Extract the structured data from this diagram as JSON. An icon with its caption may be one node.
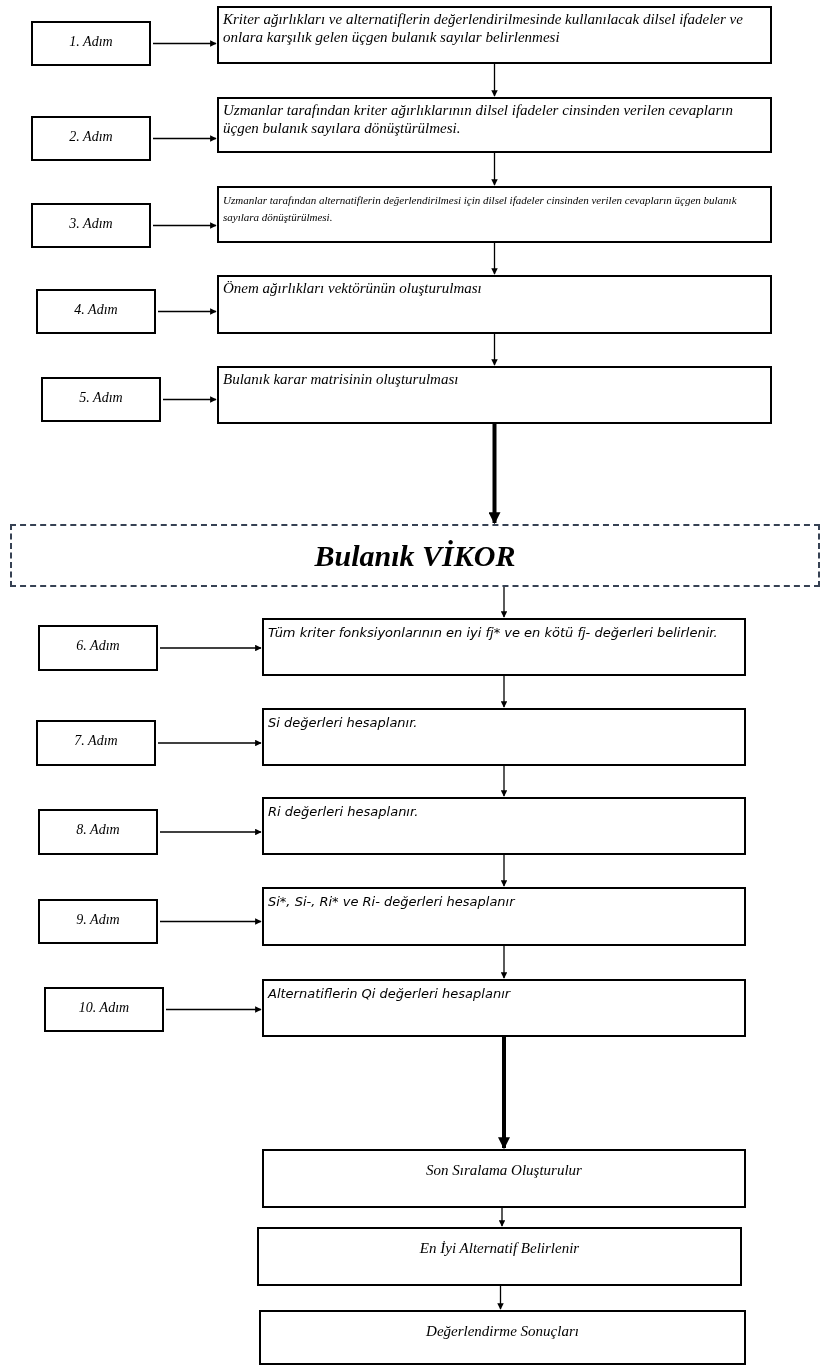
{
  "diagram": {
    "nodes": [
      {
        "text": [
          "1. Adım"
        ]
      },
      {
        "text": [
          "Kriter ağırlıkları ve alternatiflerin değerlendirilmesinde kullanılacak dilsel ifadeler ve onlara karşılık gelen üçgen bulanık sayılar belirlenmesi"
        ]
      },
      {
        "text": [
          "2. Adım"
        ]
      },
      {
        "text": [
          "Uzmanlar tarafından kriter ağırlıklarının dilsel ifadeler cinsinden verilen cevapların üçgen bulanık sayılara dönüştürülmesi."
        ]
      },
      {
        "text": [
          "3. Adım"
        ]
      },
      {
        "text": [
          "Uzmanlar tarafından alternatiflerin değerlendirilmesi için dilsel ifadeler cinsinden verilen cevapların üçgen bulanık sayılara dönüştürülmesi."
        ]
      },
      {
        "text": [
          "4. Adım"
        ]
      },
      {
        "text": [
          "Önem ağırlıkları vektörünün oluşturulması"
        ]
      },
      {
        "text": [
          "5. Adım"
        ]
      },
      {
        "text": [
          "Bulanık karar matrisinin oluşturulması"
        ]
      },
      {
        "text": [
          "Bulanık VİKOR"
        ]
      },
      {
        "text": [
          "6. Adım"
        ]
      },
      {
        "text": [
          "Tüm kriter fonksiyonlarının en iyi fj* ve en kötü fj- değerleri belirlenir."
        ]
      },
      {
        "text": [
          "7. Adım"
        ]
      },
      {
        "text": [
          "Si değerleri hesaplanır."
        ]
      },
      {
        "text": [
          "8. Adım"
        ]
      },
      {
        "text": [
          "Ri değerleri hesaplanır."
        ]
      },
      {
        "text": [
          "9. Adım"
        ]
      },
      {
        "text": [
          "Si*, Si-, Ri* ve Ri- değerleri hesaplanır"
        ]
      },
      {
        "text": [
          "10. Adım"
        ]
      },
      {
        "text": [
          "Alternatiflerin Qi değerleri hesaplanır"
        ]
      },
      {
        "text": [
          "Son Sıralama Oluşturulur"
        ]
      },
      {
        "text": [
          "En İyi Alternatif Belirlenir"
        ]
      },
      {
        "text": [
          "Değerlendirme Sonuçları"
        ]
      }
    ],
    "edges": [
      {
        "from": 0,
        "to": 1,
        "arrow": "to"
      },
      {
        "from": 1,
        "to": 3,
        "arrow": "to"
      },
      {
        "from": 2,
        "to": 3,
        "arrow": "to"
      },
      {
        "from": 3,
        "to": 5,
        "arrow": "to"
      },
      {
        "from": 4,
        "to": 5,
        "arrow": "to"
      },
      {
        "from": 5,
        "to": 7,
        "arrow": "to"
      },
      {
        "from": 6,
        "to": 7,
        "arrow": "to"
      },
      {
        "from": 7,
        "to": 9,
        "arrow": "to"
      },
      {
        "from": 8,
        "to": 9,
        "arrow": "to"
      },
      {
        "from": 9,
        "to": 10,
        "arrow": "to",
        "style": "thick"
      },
      {
        "from": 10,
        "to": 12,
        "arrow": "to"
      },
      {
        "from": 11,
        "to": 12,
        "arrow": "to"
      },
      {
        "from": 12,
        "to": 14,
        "arrow": "to"
      },
      {
        "from": 13,
        "to": 14,
        "arrow": "to"
      },
      {
        "from": 14,
        "to": 16,
        "arrow": "to"
      },
      {
        "from": 15,
        "to": 16,
        "arrow": "to"
      },
      {
        "from": 16,
        "to": 18,
        "arrow": "to"
      },
      {
        "from": 17,
        "to": 18,
        "arrow": "to"
      },
      {
        "from": 18,
        "to": 20,
        "arrow": "to"
      },
      {
        "from": 19,
        "to": 20,
        "arrow": "to"
      },
      {
        "from": 20,
        "to": 21,
        "arrow": "to",
        "style": "thick"
      },
      {
        "from": 21,
        "to": 22,
        "arrow": "to"
      },
      {
        "from": 22,
        "to": 23,
        "arrow": "to"
      }
    ]
  }
}
